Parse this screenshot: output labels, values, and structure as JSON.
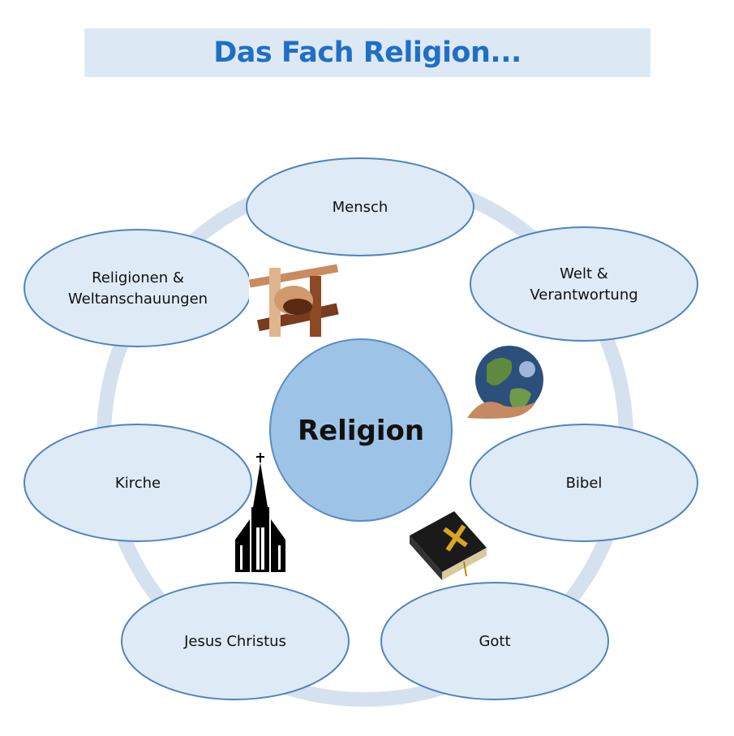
{
  "title": "Das Fach Religion...",
  "center": {
    "label": "Religion"
  },
  "nodes": [
    {
      "id": "mensch",
      "lines": [
        "Mensch"
      ]
    },
    {
      "id": "welt",
      "lines": [
        "Welt &",
        "Verantwortung"
      ]
    },
    {
      "id": "bibel",
      "lines": [
        "Bibel"
      ]
    },
    {
      "id": "gott",
      "lines": [
        "Gott"
      ]
    },
    {
      "id": "jesus",
      "lines": [
        "Jesus Christus"
      ]
    },
    {
      "id": "kirche",
      "lines": [
        "Kirche"
      ]
    },
    {
      "id": "religionen",
      "lines": [
        "Religionen &",
        "Weltanschauungen"
      ]
    }
  ],
  "colors": {
    "title": "#1f6fc5",
    "title_bg": "#dde8f5",
    "node_fill": "#deeaf6",
    "node_stroke": "#4f84bf",
    "center_fill": "#9dc3e6",
    "ring": "#d6e1f0"
  }
}
